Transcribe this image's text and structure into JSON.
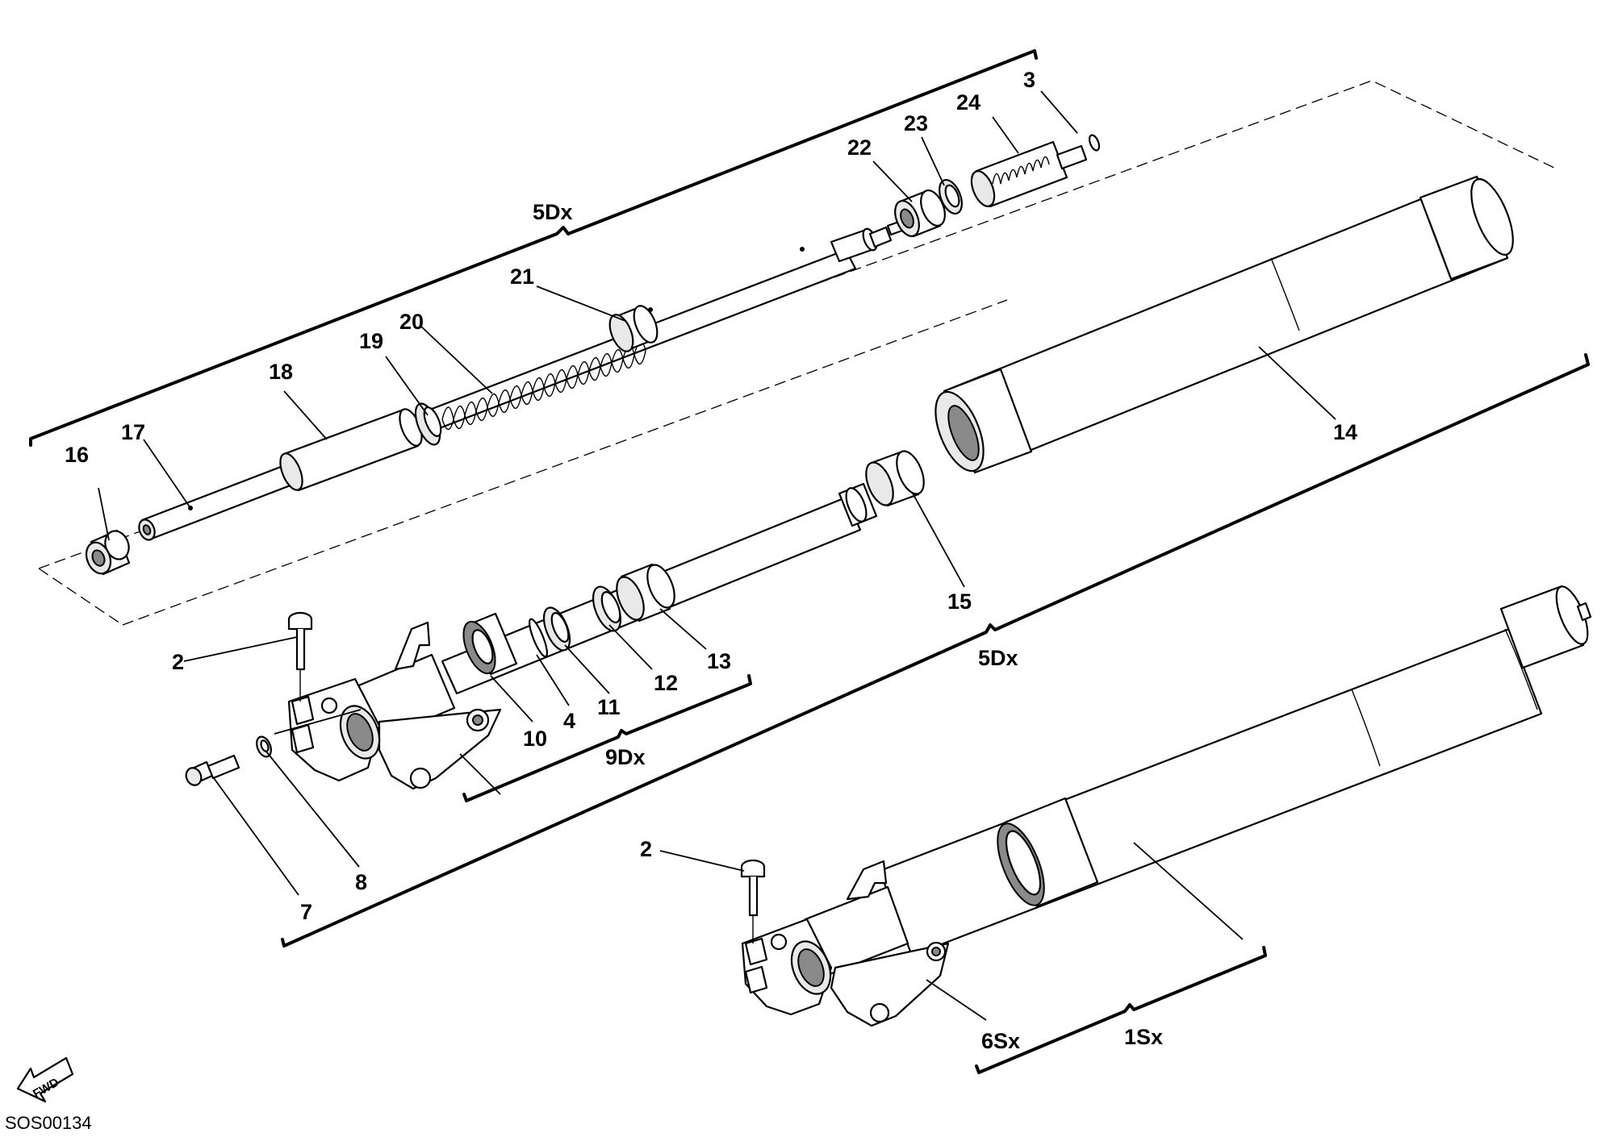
{
  "callouts": {
    "c2a": "2",
    "c2b": "2",
    "c3": "3",
    "c4": "4",
    "c7": "7",
    "c8": "8",
    "c10": "10",
    "c11": "11",
    "c12": "12",
    "c13": "13",
    "c14": "14",
    "c15": "15",
    "c16": "16",
    "c17": "17",
    "c18": "18",
    "c19": "19",
    "c20": "20",
    "c21": "21",
    "c22": "22",
    "c23": "23",
    "c24": "24"
  },
  "assemblies": {
    "cartridge": "5Dx",
    "fork_right": "5Dx",
    "lower_right": "9Dx",
    "lower_left": "6Sx",
    "fork_left": "1Sx"
  },
  "fwd_badge": "FWD",
  "drawing_code": "SOS00134"
}
